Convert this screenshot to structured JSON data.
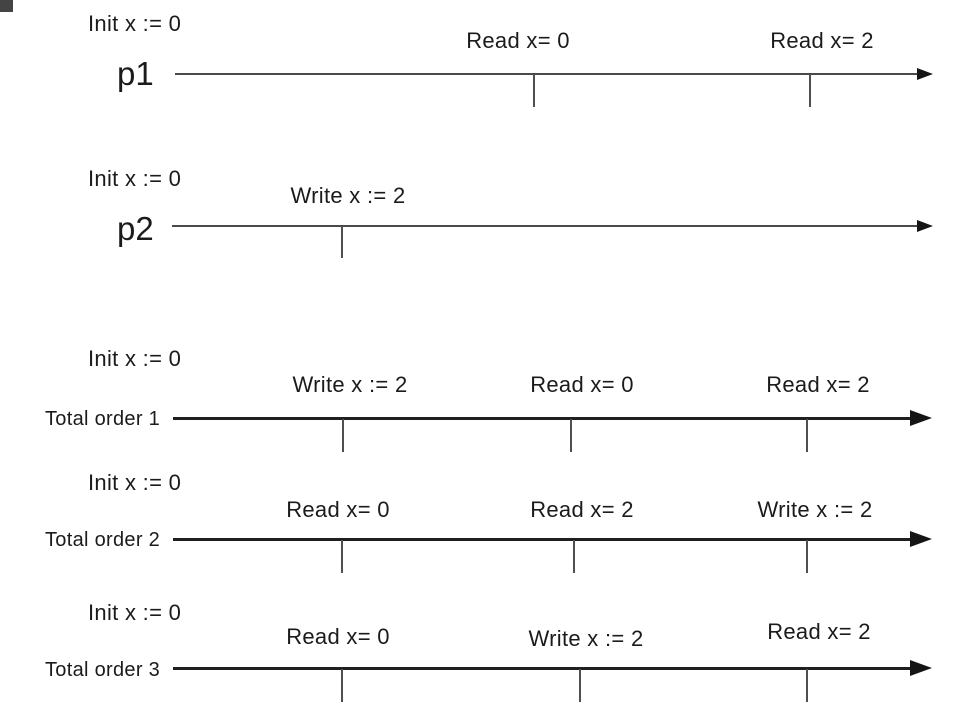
{
  "colors": {
    "page_bg": "#ffffff",
    "text": "#1b1b1b",
    "process_line": "#4a4a4a",
    "order_line": "#1f1f1f",
    "tick": "#4f4f4f",
    "arrow": "#151515",
    "corner": "#444444"
  },
  "timelines": [
    {
      "name": "p1",
      "init_label": "Init x := 0",
      "events": [
        {
          "label": "Read x= 0"
        },
        {
          "label": "Read x= 2"
        }
      ]
    },
    {
      "name": "p2",
      "init_label": "Init x := 0",
      "events": [
        {
          "label": "Write x := 2"
        }
      ]
    },
    {
      "name": "Total order 1",
      "init_label": "Init x := 0",
      "events": [
        {
          "label": "Write x := 2"
        },
        {
          "label": "Read x= 0"
        },
        {
          "label": "Read x= 2"
        }
      ]
    },
    {
      "name": "Total order 2",
      "init_label": "Init x := 0",
      "events": [
        {
          "label": "Read x= 0"
        },
        {
          "label": "Read x= 2"
        },
        {
          "label": "Write x := 2"
        }
      ]
    },
    {
      "name": "Total order 3",
      "init_label": "Init x := 0",
      "events": [
        {
          "label": "Read x= 0"
        },
        {
          "label": "Write x := 2"
        },
        {
          "label": "Read x= 2"
        }
      ]
    }
  ]
}
